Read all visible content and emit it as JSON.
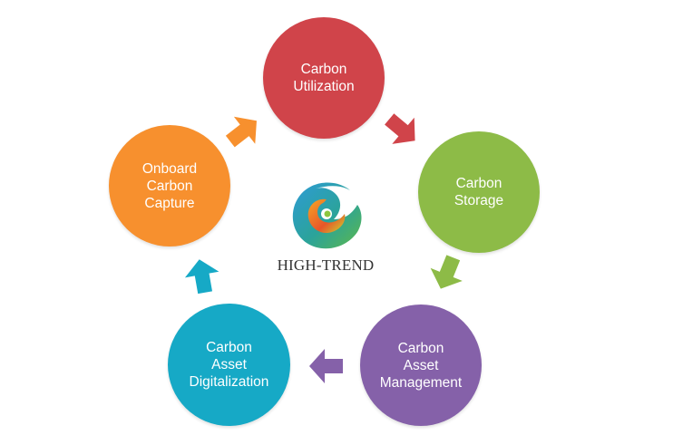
{
  "diagram": {
    "logo": {
      "icon": "high-trend-logo-icon",
      "text": "HIGH-TREND"
    },
    "nodes": [
      {
        "id": "carbon-utilization",
        "lines": [
          "Carbon",
          "Utilization"
        ],
        "color": "#D0444A"
      },
      {
        "id": "carbon-storage",
        "lines": [
          "Carbon",
          "Storage"
        ],
        "color": "#8DBB47"
      },
      {
        "id": "carbon-asset-management",
        "lines": [
          "Carbon",
          "Asset",
          "Management"
        ],
        "color": "#8561A9"
      },
      {
        "id": "carbon-asset-digitalization",
        "lines": [
          "Carbon",
          "Asset",
          "Digitalization"
        ],
        "color": "#16A9C6"
      },
      {
        "id": "onboard-carbon-capture",
        "lines": [
          "Onboard",
          "Carbon",
          "Capture"
        ],
        "color": "#F7902E"
      }
    ],
    "arrows": [
      {
        "from": "onboard-carbon-capture",
        "to": "carbon-utilization",
        "color": "#F7902E"
      },
      {
        "from": "carbon-utilization",
        "to": "carbon-storage",
        "color": "#D0444A"
      },
      {
        "from": "carbon-storage",
        "to": "carbon-asset-management",
        "color": "#8DBB47"
      },
      {
        "from": "carbon-asset-management",
        "to": "carbon-asset-digitalization",
        "color": "#8561A9"
      },
      {
        "from": "carbon-asset-digitalization",
        "to": "onboard-carbon-capture",
        "color": "#16A9C6"
      }
    ]
  }
}
